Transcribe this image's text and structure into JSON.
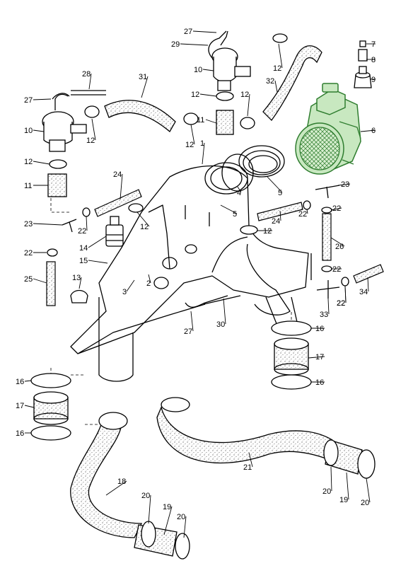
{
  "highlight_color": "#2f7d2f",
  "labels": [
    {
      "id": "c7",
      "text": "7"
    },
    {
      "id": "c8",
      "text": "8"
    },
    {
      "id": "c9",
      "text": "9"
    },
    {
      "id": "c6",
      "text": "6"
    },
    {
      "id": "c27a",
      "text": "27"
    },
    {
      "id": "c29",
      "text": "29"
    },
    {
      "id": "c10a",
      "text": "10"
    },
    {
      "id": "c12a",
      "text": "12"
    },
    {
      "id": "c28",
      "text": "28"
    },
    {
      "id": "c31",
      "text": "31"
    },
    {
      "id": "c32",
      "text": "32"
    },
    {
      "id": "c27b",
      "text": "27"
    },
    {
      "id": "c12b",
      "text": "12"
    },
    {
      "id": "c12c",
      "text": "12"
    },
    {
      "id": "c10b",
      "text": "10"
    },
    {
      "id": "c12d",
      "text": "12"
    },
    {
      "id": "c11a",
      "text": "11"
    },
    {
      "id": "c12e",
      "text": "12"
    },
    {
      "id": "c1",
      "text": "1"
    },
    {
      "id": "c12f",
      "text": "12"
    },
    {
      "id": "c24a",
      "text": "24"
    },
    {
      "id": "c11b",
      "text": "11"
    },
    {
      "id": "c4",
      "text": "4"
    },
    {
      "id": "c5a",
      "text": "5"
    },
    {
      "id": "c5b",
      "text": "5"
    },
    {
      "id": "c23a",
      "text": "23"
    },
    {
      "id": "c22a",
      "text": "22"
    },
    {
      "id": "c22b",
      "text": "22"
    },
    {
      "id": "c12g",
      "text": "12"
    },
    {
      "id": "c24b",
      "text": "24"
    },
    {
      "id": "c12h",
      "text": "12"
    },
    {
      "id": "c23b",
      "text": "23"
    },
    {
      "id": "c22c",
      "text": "22"
    },
    {
      "id": "c14",
      "text": "14"
    },
    {
      "id": "c26",
      "text": "26"
    },
    {
      "id": "c22d",
      "text": "22"
    },
    {
      "id": "c15",
      "text": "15"
    },
    {
      "id": "c22e",
      "text": "22"
    },
    {
      "id": "c25",
      "text": "25"
    },
    {
      "id": "c22f",
      "text": "22"
    },
    {
      "id": "c3",
      "text": "3"
    },
    {
      "id": "c2",
      "text": "2"
    },
    {
      "id": "c13",
      "text": "13"
    },
    {
      "id": "c34",
      "text": "34"
    },
    {
      "id": "c22g",
      "text": "22"
    },
    {
      "id": "c33",
      "text": "33"
    },
    {
      "id": "c27c",
      "text": "27"
    },
    {
      "id": "c30",
      "text": "30"
    },
    {
      "id": "c16a",
      "text": "16"
    },
    {
      "id": "c17a",
      "text": "17"
    },
    {
      "id": "c16b",
      "text": "16"
    },
    {
      "id": "c16c",
      "text": "16"
    },
    {
      "id": "c17b",
      "text": "17"
    },
    {
      "id": "c16d",
      "text": "16"
    },
    {
      "id": "c21",
      "text": "21"
    },
    {
      "id": "c18",
      "text": "18"
    },
    {
      "id": "c20a",
      "text": "20"
    },
    {
      "id": "c19a",
      "text": "19"
    },
    {
      "id": "c20b",
      "text": "20"
    },
    {
      "id": "c20c",
      "text": "20"
    },
    {
      "id": "c19b",
      "text": "19"
    },
    {
      "id": "c20d",
      "text": "20"
    }
  ]
}
